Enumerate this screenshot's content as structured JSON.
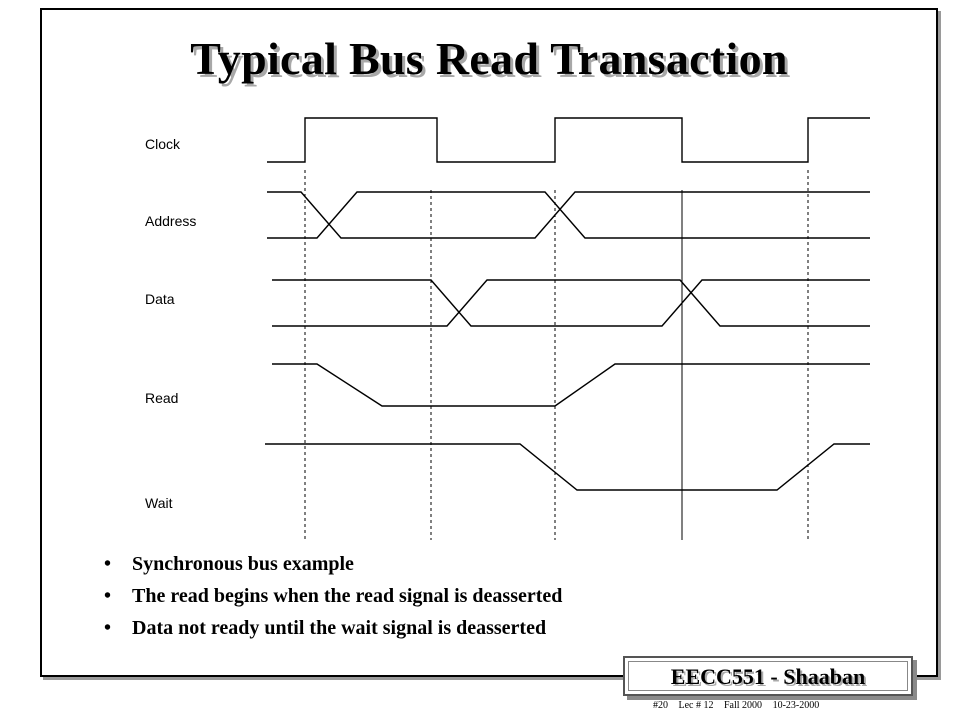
{
  "slide": {
    "title": "Typical Bus Read Transaction",
    "bullets": [
      "Synchronous bus example",
      "The read begins when the read signal is deasserted",
      "Data not ready until the wait signal is deasserted"
    ],
    "bullet_glyph": "•"
  },
  "timing_diagram": {
    "signals": [
      {
        "name": "Clock"
      },
      {
        "name": "Address"
      },
      {
        "name": "Data"
      },
      {
        "name": "Read"
      },
      {
        "name": "Wait"
      }
    ]
  },
  "badge": {
    "text": "EECC551 - Shaaban"
  },
  "footer": {
    "slide_number": "#20",
    "lecture": "Lec # 12",
    "term": "Fall 2000",
    "date": "10-23-2000"
  },
  "colors": {
    "text": "#000000",
    "title_shadow": "#a8a8a8",
    "frame_shadow": "#9a9a9a"
  }
}
